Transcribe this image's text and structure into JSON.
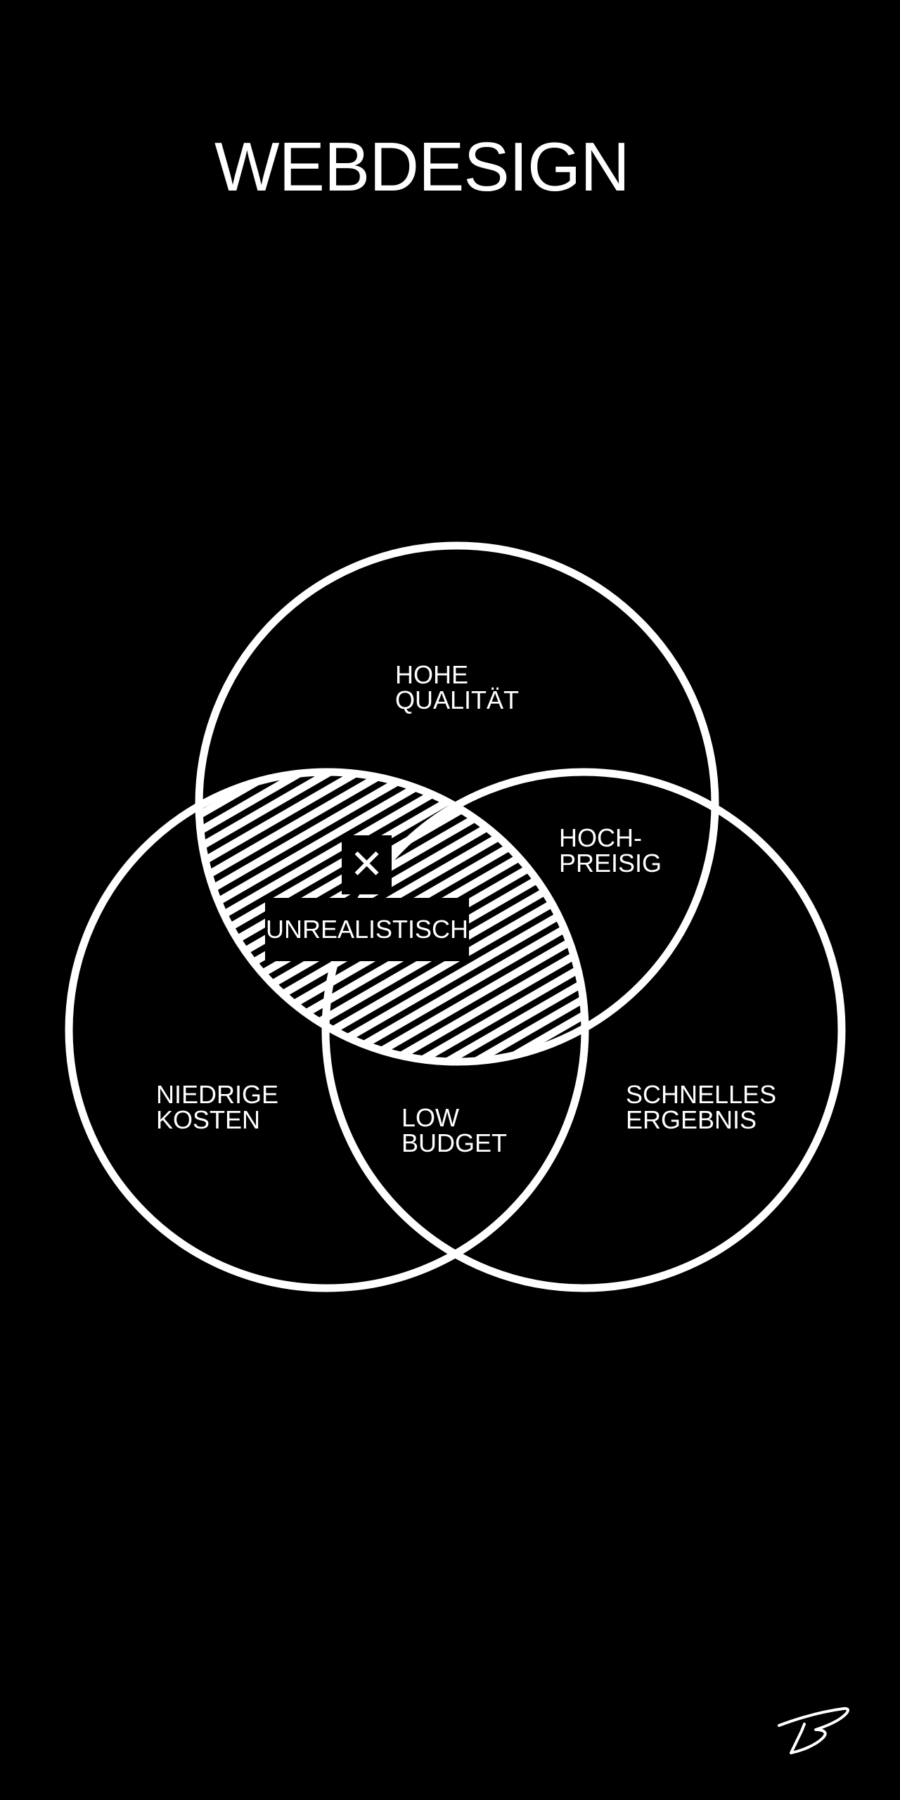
{
  "title": "WEBDESIGN",
  "venn": {
    "circles": [
      {
        "id": "top",
        "label_lines": [
          "HOHE",
          "QUALITÄT"
        ]
      },
      {
        "id": "left",
        "label_lines": [
          "NIEDRIGE",
          "KOSTEN"
        ]
      },
      {
        "id": "right",
        "label_lines": [
          "SCHNELLES",
          "ERGEBNIS"
        ]
      }
    ],
    "intersections": {
      "top_right": [
        "HOCH-",
        "PREISIG"
      ],
      "left_right": [
        "LOW",
        "BUDGET"
      ],
      "top_left": {
        "label": "UNREALISTISCH",
        "icon": "close-x-icon",
        "glyph": "✕"
      }
    }
  },
  "signature": "B",
  "colors": {
    "background": "#000000",
    "foreground": "#ffffff"
  }
}
